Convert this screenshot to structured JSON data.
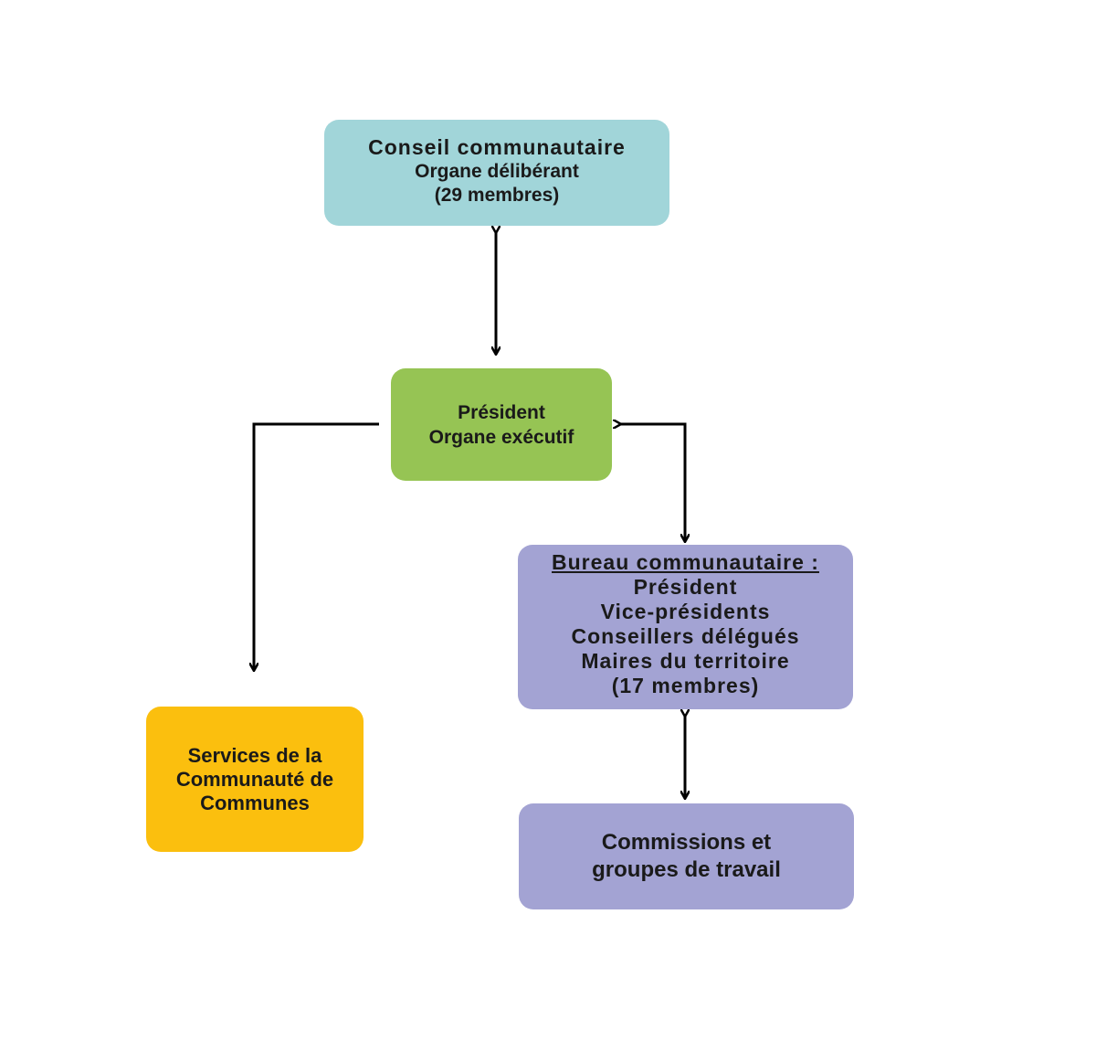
{
  "conseil": {
    "title": "Conseil communautaire",
    "line2": "Organe délibérant",
    "line3": "(29 membres)",
    "color": "#a1d5d9"
  },
  "president": {
    "line1": "Président",
    "line2": "Organe exécutif",
    "color": "#96c454"
  },
  "bureau": {
    "title": "Bureau communautaire :",
    "lines": [
      "Président",
      "Vice-présidents",
      "Conseillers délégués",
      "Maires du territoire",
      "(17 membres)"
    ],
    "color": "#a3a3d3"
  },
  "services": {
    "lines": [
      "Services de la",
      "Communauté de",
      "Communes"
    ],
    "color": "#fbbf0e"
  },
  "commissions": {
    "lines": [
      "Commissions et",
      "groupes de travail"
    ],
    "color": "#a3a3d3"
  }
}
